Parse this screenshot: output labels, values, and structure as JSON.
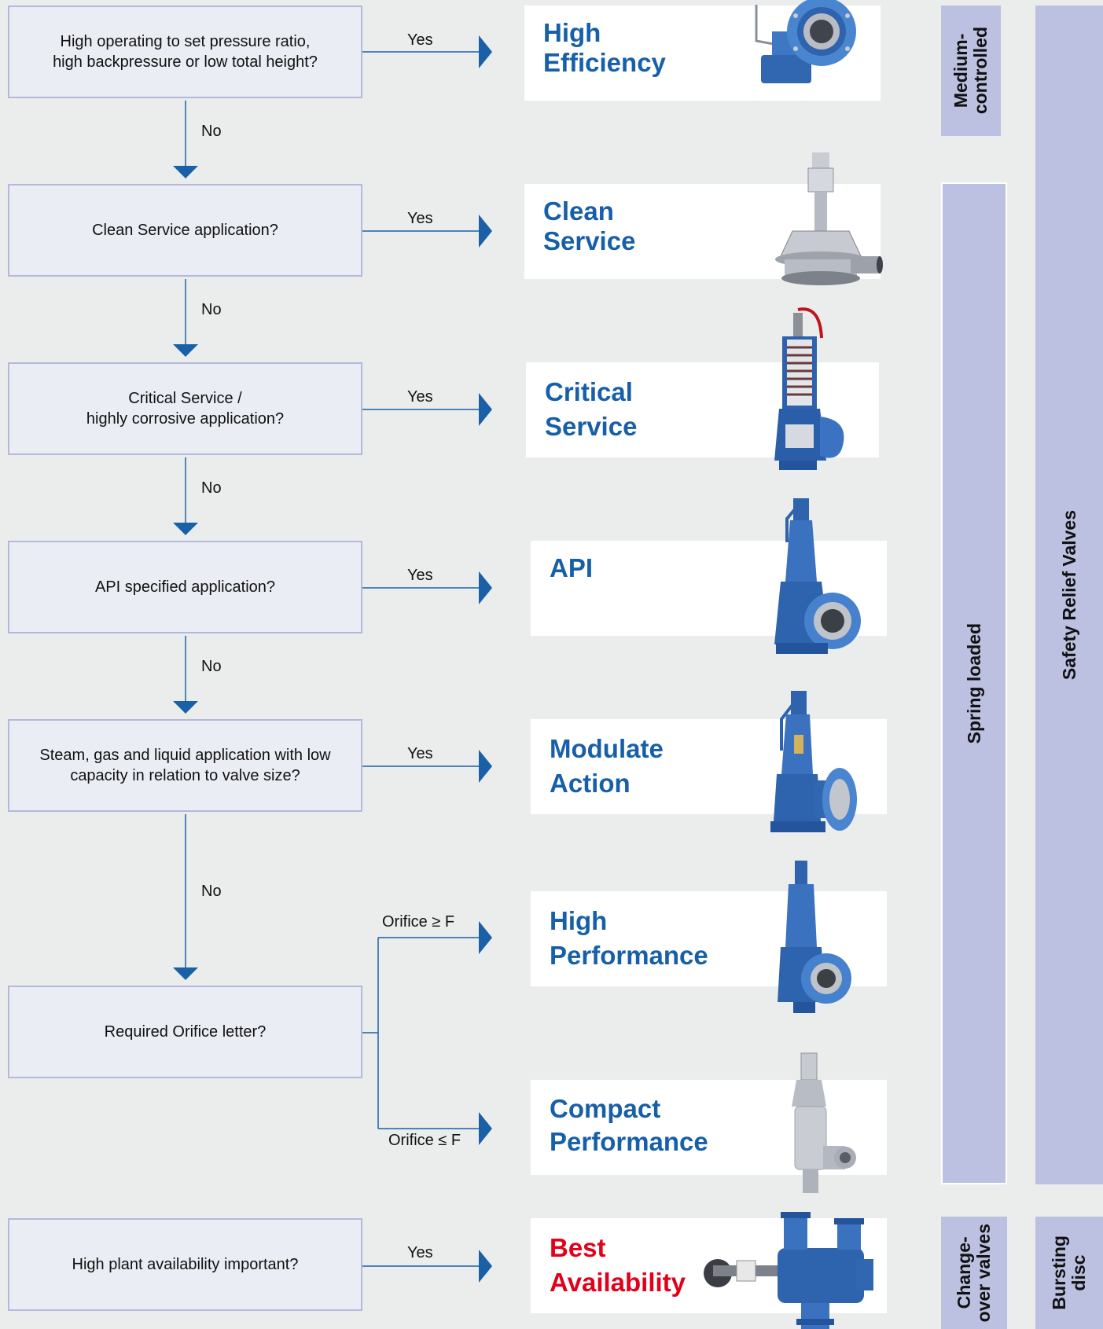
{
  "questions": [
    {
      "text": "High operating to set pressure ratio,\nhigh backpressure or low total height?"
    },
    {
      "text": "Clean Service application?"
    },
    {
      "text": "Critical Service /\nhighly corrosive application?"
    },
    {
      "text": "API specified application?"
    },
    {
      "text": "Steam, gas and liquid application with low\ncapacity in relation to valve size?"
    },
    {
      "text": "Required Orifice letter?"
    },
    {
      "text": "High plant availability important?"
    }
  ],
  "labels": {
    "yes": "Yes",
    "no": "No",
    "orifice_ge": "Orifice ≥ F",
    "orifice_le": "Orifice ≤ F"
  },
  "results": [
    {
      "title": "High\nEfficiency",
      "icon": "angle-valve-icon"
    },
    {
      "title": "Clean\nService",
      "icon": "clean-service-valve-icon"
    },
    {
      "title": "Critical\nService",
      "icon": "spring-valve-cutaway-icon"
    },
    {
      "title": "API",
      "icon": "api-valve-icon"
    },
    {
      "title": "Modulate\nAction",
      "icon": "flanged-valve-icon"
    },
    {
      "title": "High\nPerformance",
      "icon": "performance-valve-icon"
    },
    {
      "title": "Compact\nPerformance",
      "icon": "threaded-valve-icon"
    },
    {
      "title": "Best\nAvailability",
      "icon": "change-over-valve-icon"
    }
  ],
  "categories": {
    "medium_controlled": "Medium-\ncontrolled",
    "spring_loaded": "Spring loaded",
    "safety_relief_valves": "Safety Relief Valves",
    "change_over_valves": "Change-\nover valves",
    "bursting_disc": "Bursting\ndisc"
  },
  "colors": {
    "arrow": "#1960a6",
    "title_blue": "#175fa8",
    "title_red": "#e2001a",
    "category_bg": "#bcc1e1",
    "question_border": "#b3b8dc"
  }
}
